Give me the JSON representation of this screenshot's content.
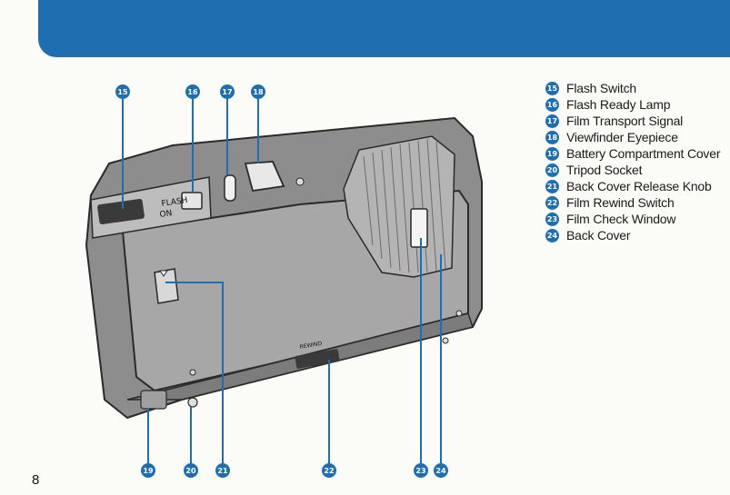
{
  "page_number": "8",
  "colors": {
    "accent": "#1f6fb0",
    "camera_body": "#9a9a9a",
    "camera_outline": "#2a2a2a"
  },
  "callouts": [
    {
      "num": "15",
      "label": "Flash Switch"
    },
    {
      "num": "16",
      "label": "Flash Ready Lamp"
    },
    {
      "num": "17",
      "label": "Film Transport Signal"
    },
    {
      "num": "18",
      "label": "Viewfinder Eyepiece"
    },
    {
      "num": "19",
      "label": "Battery Compartment Cover"
    },
    {
      "num": "20",
      "label": "Tripod Socket"
    },
    {
      "num": "21",
      "label": "Back Cover Release Knob"
    },
    {
      "num": "22",
      "label": "Film Rewind Switch"
    },
    {
      "num": "23",
      "label": "Film Check Window"
    },
    {
      "num": "24",
      "label": "Back Cover"
    }
  ],
  "camera_labels": {
    "flash": "FLASH",
    "on": "ON",
    "rewind": "REWIND"
  }
}
